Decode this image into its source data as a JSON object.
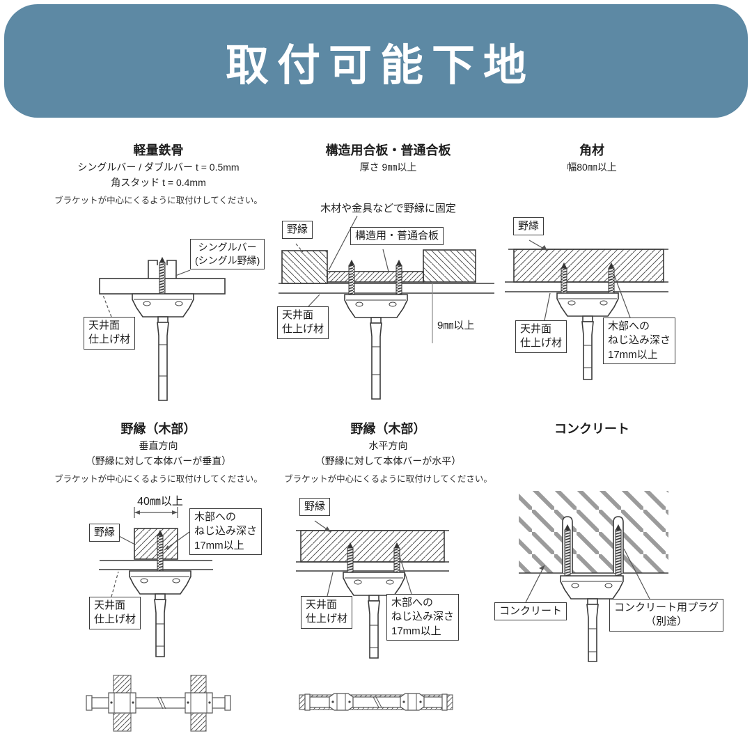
{
  "header": {
    "title": "取付可能下地",
    "bg_color": "#5d89a4",
    "text_color": "#ffffff"
  },
  "panels": {
    "p1": {
      "title": "軽量鉄骨",
      "spec1": "シングルバー / ダブルバー t = 0.5mm",
      "spec2": "角スタッド t = 0.4mm",
      "note": "ブラケットが中心にくるように取付けしてください。",
      "label_bar": "シングルバー\n(シングル野縁)",
      "label_ceiling": "天井面\n仕上げ材"
    },
    "p2": {
      "title": "構造用合板・普通合板",
      "spec1": "厚さ 9㎜以上",
      "caption": "木材や金具などで野縁に固定",
      "label_nobuchi": "野縁",
      "label_board": "構造用・普通合板",
      "label_ceiling": "天井面\n仕上げ材",
      "dim": "9㎜以上"
    },
    "p3": {
      "title": "角材",
      "spec1": "幅80㎜以上",
      "label_nobuchi": "野縁",
      "label_ceiling": "天井面\n仕上げ材",
      "label_screw": "木部への\nねじ込み深さ\n17mm以上"
    },
    "p4": {
      "title": "野縁（木部）",
      "spec1": "垂直方向",
      "spec2": "（野縁に対して本体バーが垂直）",
      "note": "ブラケットが中心にくるように取付けしてください。",
      "dim": "40㎜以上",
      "label_nobuchi": "野縁",
      "label_screw": "木部への\nねじ込み深さ\n17mm以上",
      "label_ceiling": "天井面\n仕上げ材"
    },
    "p5": {
      "title": "野縁（木部）",
      "spec1": "水平方向",
      "spec2": "（野縁に対して本体バーが水平）",
      "note": "ブラケットが中心にくるように取付けしてください。",
      "label_nobuchi": "野縁",
      "label_ceiling": "天井面\n仕上げ材",
      "label_screw": "木部への\nねじ込み深さ\n17mm以上"
    },
    "p6": {
      "title": "コンクリート",
      "label_concrete": "コンクリート",
      "label_plug": "コンクリート用プラグ\n（別途）"
    }
  }
}
